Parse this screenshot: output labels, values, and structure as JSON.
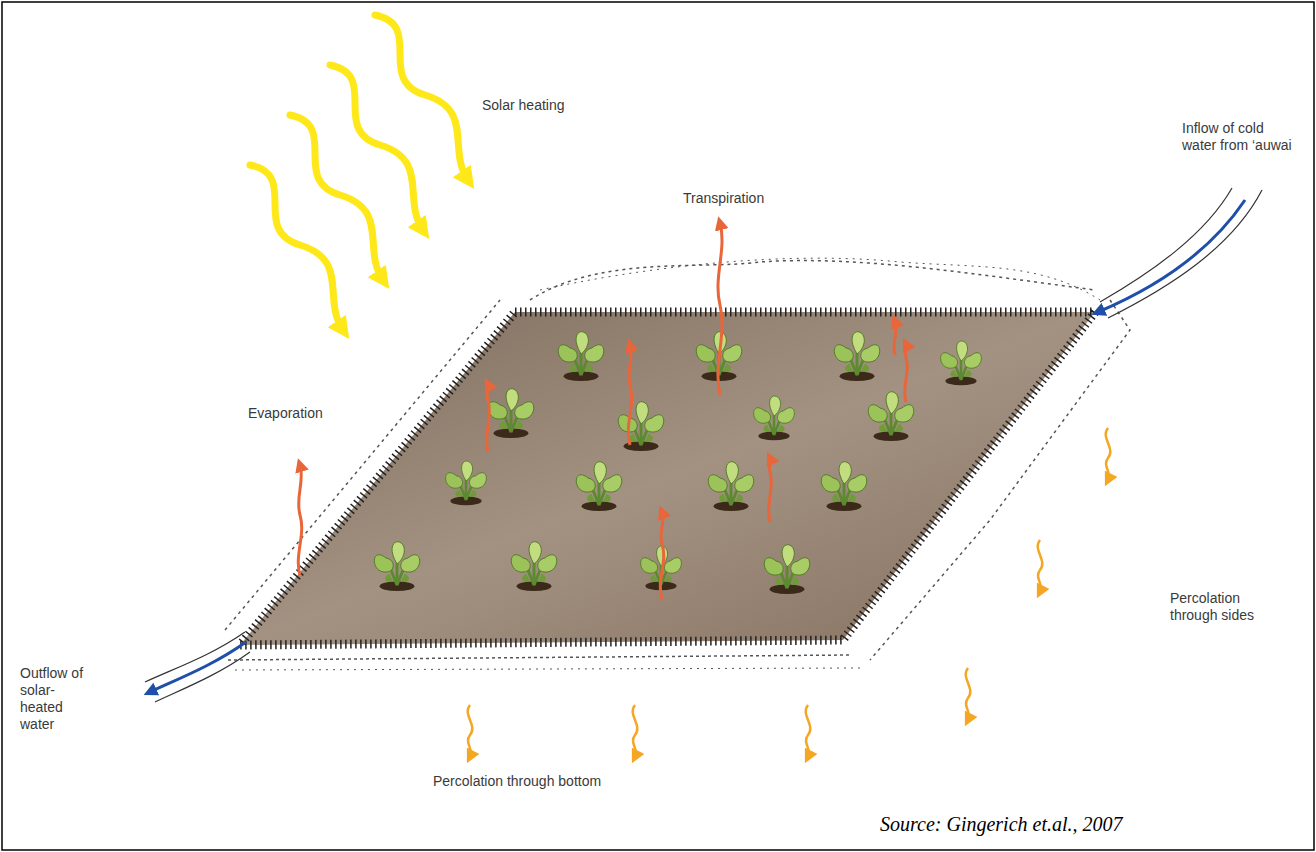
{
  "diagram": {
    "caption": "Source: Gingerich et.al., 2007",
    "labels": [
      "Solar heating",
      "Transpiration",
      "Inflow of cold water from ‘auwai",
      "Evaporation",
      "Percolation through sides",
      "Outflow of solar-heated water",
      "Percolation through bottom"
    ]
  }
}
